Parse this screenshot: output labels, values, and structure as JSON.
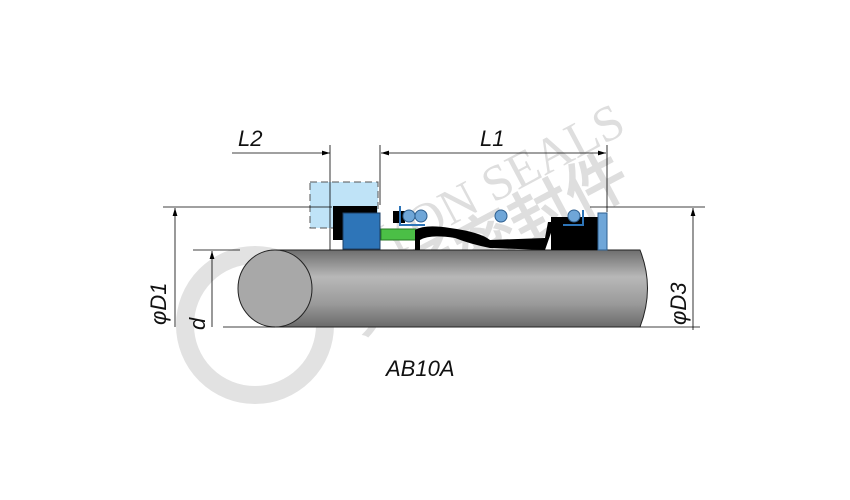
{
  "diagram": {
    "model_label": "AB10A",
    "dimensions": {
      "l1": "L1",
      "l2": "L2",
      "d1": "φD1",
      "d": "d",
      "d3": "φD3"
    },
    "watermark": {
      "latin": "BEYON SEALS",
      "chinese": "贝通密封件"
    },
    "colors": {
      "shaft": "#8f8f8f",
      "light_blue": "#bfe3f7",
      "seal_blue": "#2e75b8",
      "oring_blue": "#6fa6d8",
      "green": "#4bbf46",
      "black": "#000000"
    }
  }
}
